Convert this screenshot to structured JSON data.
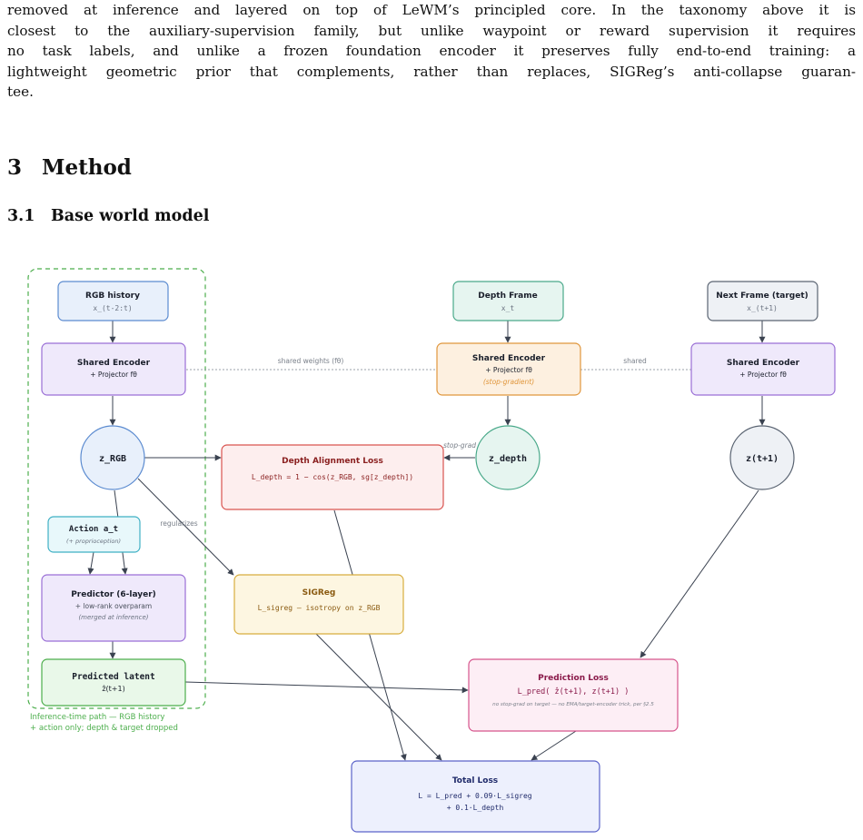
{
  "paragraph": {
    "lines": [
      "removed at inference and layered on top of LeWM’s principled core. In the taxonomy above it is",
      "closest to the auxiliary-supervision family, but unlike waypoint or reward supervision it requires",
      "no task labels, and unlike a frozen foundation encoder it preserves fully end-to-end training: a",
      "lightweight geometric prior that complements, rather than replaces, SIGReg’s anti-collapse guaran-",
      "tee."
    ]
  },
  "section": {
    "number": "3",
    "title": "Method"
  },
  "subsection": {
    "number": "3.1",
    "title": "Base world model"
  },
  "diagram": {
    "nodes": {
      "rgb_history": {
        "title": "RGB history",
        "sub": "x_(t-2:t)"
      },
      "depth_frame": {
        "title": "Depth Frame",
        "sub": "x_t"
      },
      "next_frame": {
        "title": "Next Frame (target)",
        "sub": "x_(t+1)"
      },
      "enc_rgb": {
        "title": "Shared Encoder",
        "sub": "+ Projector fθ"
      },
      "enc_depth": {
        "title": "Shared Encoder",
        "sub": "+ Projector fθ",
        "note": "(stop-gradient)"
      },
      "enc_next": {
        "title": "Shared Encoder",
        "sub": "+ Projector fθ"
      },
      "z_rgb": {
        "label": "z_RGB"
      },
      "z_depth": {
        "label": "z_depth"
      },
      "z_next": {
        "label": "z(t+1)"
      },
      "depth_loss": {
        "title": "Depth Alignment Loss",
        "formula": "L_depth = 1 − cos(z_RGB, sg[z_depth])"
      },
      "action": {
        "title": "Action a_t",
        "sub": "(+ proprioception)"
      },
      "sigreg": {
        "title": "SIGReg",
        "formula": "L_sigreg — isotropy on z_RGB"
      },
      "predictor": {
        "title": "Predictor (6-layer)",
        "sub": "+ low-rank overparam",
        "note": "(merged at inference)"
      },
      "predicted": {
        "title": "Predicted latent",
        "sub": "ẑ(t+1)"
      },
      "pred_loss": {
        "title": "Prediction Loss",
        "formula": "L_pred( ẑ(t+1), z(t+1) )",
        "note": "no stop-grad on target — no EMA/target-encoder trick, per §2.5"
      },
      "total_loss": {
        "title": "Total Loss",
        "line1": "L = L_pred + 0.09·L_sigreg",
        "line2": "+ 0.1·L_depth"
      }
    },
    "edge_labels": {
      "shared_weights": "shared weights (fθ)",
      "shared": "shared",
      "stop_grad": "stop-grad",
      "regularizes": "regularizes"
    },
    "inference_caption": {
      "line1": "Inference-time path — RGB history",
      "line2": "+ action only; depth & target dropped"
    },
    "colors": {
      "input_blue_fill": "#e8f0fb",
      "input_blue_stroke": "#5b8bd0",
      "input_teal_fill": "#e6f5f0",
      "input_teal_stroke": "#4aa98a",
      "input_grey_fill": "#eef1f5",
      "input_grey_stroke": "#5a6472",
      "encoder_fill": "#efe9fb",
      "encoder_stroke": "#9a6fd6",
      "encoder_orange_fill": "#fdf0e0",
      "encoder_orange_stroke": "#e0963c",
      "depth_loss_fill": "#fdeeee",
      "depth_loss_stroke": "#d9534f",
      "action_fill": "#e8f8fb",
      "action_stroke": "#3fb0c4",
      "sigreg_fill": "#fdf6e1",
      "sigreg_stroke": "#d8ad3e",
      "predicted_fill": "#e9f8e9",
      "predicted_stroke": "#4cae4c",
      "pred_loss_fill": "#fdeef5",
      "pred_loss_stroke": "#d6548c",
      "total_fill": "#edf0fd",
      "total_stroke": "#5b63c9",
      "inference_border": "#4cae4c"
    }
  }
}
